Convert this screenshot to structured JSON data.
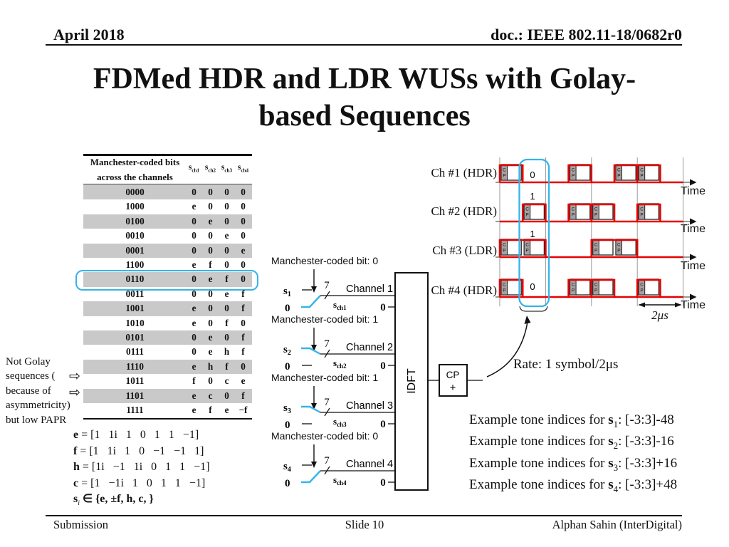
{
  "colors": {
    "waveform_red": "#e60000",
    "highlight_blue": "#35b4e8",
    "row_shade": "#c9c9c9",
    "cp_gray": "#a8a0a0"
  },
  "header": {
    "date": "April 2018",
    "doc": "doc.: IEEE 802.11-18/0682r0"
  },
  "title": {
    "line1": "FDMed HDR and LDR WUSs with Golay-",
    "line2": "based Sequences"
  },
  "table": {
    "header_line1": "Manchester-coded bits",
    "header_line2": "across the channels",
    "seq_headers": [
      {
        "s": "s",
        "sub": "ch1"
      },
      {
        "s": "s",
        "sub": "ch2"
      },
      {
        "s": "s",
        "sub": "ch3"
      },
      {
        "s": "s",
        "sub": "ch4"
      }
    ],
    "rows": [
      {
        "bits": "0000",
        "values": [
          "0",
          "0",
          "0",
          "0"
        ],
        "shaded": true,
        "highlight": false
      },
      {
        "bits": "1000",
        "values": [
          "e",
          "0",
          "0",
          "0"
        ],
        "shaded": false,
        "highlight": false
      },
      {
        "bits": "0100",
        "values": [
          "0",
          "e",
          "0",
          "0"
        ],
        "shaded": true,
        "highlight": false
      },
      {
        "bits": "0010",
        "values": [
          "0",
          "0",
          "e",
          "0"
        ],
        "shaded": false,
        "highlight": false
      },
      {
        "bits": "0001",
        "values": [
          "0",
          "0",
          "0",
          "e"
        ],
        "shaded": true,
        "highlight": false
      },
      {
        "bits": "1100",
        "values": [
          "e",
          "f",
          "0",
          "0"
        ],
        "shaded": false,
        "highlight": false
      },
      {
        "bits": "0110",
        "values": [
          "0",
          "e",
          "f",
          "0"
        ],
        "shaded": true,
        "highlight": true
      },
      {
        "bits": "0011",
        "values": [
          "0",
          "0",
          "e",
          "f"
        ],
        "shaded": false,
        "highlight": false
      },
      {
        "bits": "1001",
        "values": [
          "e",
          "0",
          "0",
          "f"
        ],
        "shaded": true,
        "highlight": false
      },
      {
        "bits": "1010",
        "values": [
          "e",
          "0",
          "f",
          "0"
        ],
        "shaded": false,
        "highlight": false
      },
      {
        "bits": "0101",
        "values": [
          "0",
          "e",
          "0",
          "f"
        ],
        "shaded": true,
        "highlight": false
      },
      {
        "bits": "0111",
        "values": [
          "0",
          "e",
          "h",
          "f"
        ],
        "shaded": false,
        "highlight": false
      },
      {
        "bits": "1110",
        "values": [
          "e",
          "h",
          "f",
          "0"
        ],
        "shaded": true,
        "highlight": false
      },
      {
        "bits": "1011",
        "values": [
          "f",
          "0",
          "c",
          "e"
        ],
        "shaded": false,
        "highlight": false
      },
      {
        "bits": "1101",
        "values": [
          "e",
          "c",
          "0",
          "f"
        ],
        "shaded": true,
        "highlight": false
      },
      {
        "bits": "1111",
        "values": [
          "e",
          "f",
          "e",
          "−f"
        ],
        "shaded": false,
        "highlight": false
      }
    ]
  },
  "note": {
    "lines": [
      "Not Golay",
      "sequences (",
      "because of",
      "asymmetricity)",
      "but low PAPR"
    ],
    "arrow_glyph": "⇨"
  },
  "vectors": [
    {
      "name": "e",
      "value": " = [1   1i   1   0   1   1   −1]"
    },
    {
      "name": "f",
      "value": " = [1   1i   1   0   −1   −1   1]"
    },
    {
      "name": "h",
      "value": " = [1i   −1   1i   0   1   1   −1]"
    },
    {
      "name": "c",
      "value": " = [1   −1i   1   0   1   1   −1]"
    }
  ],
  "si": {
    "name": "s",
    "sub": "i",
    "value": " ∈ {e, ±f, h, c, }"
  },
  "mux": {
    "idft_label": "IDFT",
    "cp_label": "CP",
    "plus_label": "+",
    "channels": [
      {
        "bit_label": "Manchester-coded bit: 0",
        "s_label": "s",
        "s_sub": "1",
        "zero_label": "0",
        "bus_label": "7",
        "channel_label": "Channel 1",
        "seq_prefix": "s",
        "seq_sub": "ch1",
        "idft_zero": "0",
        "selected": "zero"
      },
      {
        "bit_label": "Manchester-coded bit: 1",
        "s_label": "s",
        "s_sub": "2",
        "zero_label": "0",
        "bus_label": "7",
        "channel_label": "Channel 2",
        "seq_prefix": "s",
        "seq_sub": "ch2",
        "idft_zero": "0",
        "selected": "s"
      },
      {
        "bit_label": "Manchester-coded bit: 1",
        "s_label": "s",
        "s_sub": "3",
        "zero_label": "0",
        "bus_label": "7",
        "channel_label": "Channel 3",
        "seq_prefix": "s",
        "seq_sub": "ch3",
        "idft_zero": "0",
        "selected": "s"
      },
      {
        "bit_label": "Manchester-coded bit: 0",
        "s_label": "s",
        "s_sub": "4",
        "zero_label": "0",
        "bus_label": "7",
        "channel_label": "Channel 4",
        "seq_prefix": "s",
        "seq_sub": "ch4",
        "idft_zero": "0",
        "selected": "zero"
      }
    ]
  },
  "waveforms": {
    "cp_letters": [
      "C",
      "P"
    ],
    "rate_label": "Rate: 1 symbol/2μs",
    "duration_label": "2μs",
    "symbol_count": 4,
    "channels": [
      {
        "label": "Ch #1 (HDR)",
        "time_label": "Time",
        "mark": "0",
        "bits": "0110",
        "pulses": [
          [
            0,
            1
          ],
          [
            3,
            1
          ],
          [
            5,
            1
          ],
          [
            6,
            1
          ]
        ]
      },
      {
        "label": "Ch #2 (HDR)",
        "time_label": "Time",
        "mark": "1",
        "bits": "1100",
        "pulses": [
          [
            1,
            1
          ],
          [
            3,
            1
          ],
          [
            4,
            1
          ],
          [
            6,
            1
          ]
        ]
      },
      {
        "label": "Ch #3 (LDR)",
        "time_label": "Time",
        "mark": "1",
        "bits": "10",
        "pulses": [
          [
            0,
            2
          ],
          [
            4,
            2
          ]
        ]
      },
      {
        "label": "Ch #4 (HDR)",
        "time_label": "Time",
        "mark": "0",
        "bits": "0100",
        "pulses": [
          [
            0,
            1
          ],
          [
            3,
            1
          ],
          [
            4,
            1
          ],
          [
            6,
            1
          ]
        ]
      }
    ]
  },
  "tone_indices": [
    {
      "prefix": "Example tone indices for ",
      "s": "s",
      "sub": "1",
      "value": ": [-3:3]-48"
    },
    {
      "prefix": "Example tone indices for ",
      "s": "s",
      "sub": "2",
      "value": ": [-3:3]-16"
    },
    {
      "prefix": "Example tone indices for ",
      "s": "s",
      "sub": "3",
      "value": ": [-3:3]+16"
    },
    {
      "prefix": "Example tone indices for ",
      "s": "s",
      "sub": "4",
      "value": ": [-3:3]+48"
    }
  ],
  "footer": {
    "left": "Submission",
    "center": "Slide 10",
    "right": "Alphan Sahin (InterDigital)"
  }
}
